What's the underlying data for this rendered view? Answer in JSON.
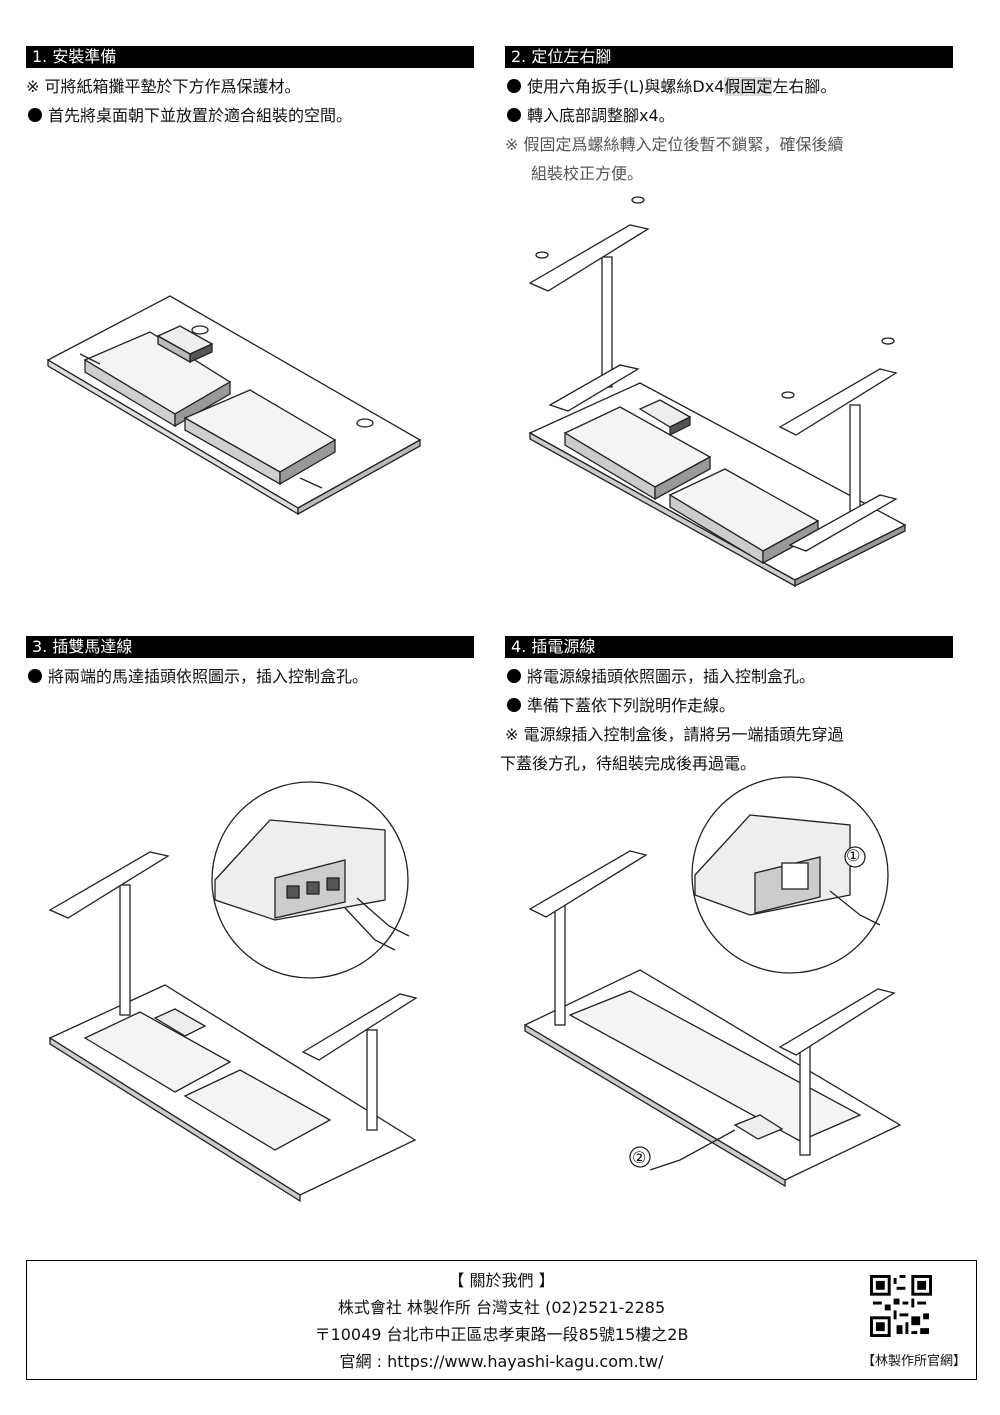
{
  "sections": [
    {
      "header": "1. 安裝準備",
      "lines": [
        {
          "type": "note",
          "text": "※ 可將紙箱攤平墊於下方作爲保護材。"
        },
        {
          "type": "bullet",
          "text": "首先將桌面朝下並放置於適合組裝的空間。"
        }
      ]
    },
    {
      "header": "2. 定位左右腳",
      "line1_pre": "使用六角扳手(L)與螺絲Dx4",
      "line1_hl": "假固定",
      "line1_post": "左右腳。",
      "line2": "轉入底部調整腳x4。",
      "note1": "※ 假固定爲螺絲轉入定位後暫不鎖緊，確保後續",
      "note2": "組裝校正方便。"
    },
    {
      "header": "3. 插雙馬達線",
      "line1": "將兩端的馬達插頭依照圖示，插入控制盒孔。"
    },
    {
      "header": "4. 插電源線",
      "line1": "將電源線插頭依照圖示，插入控制盒孔。",
      "line2": "準備下蓋依下列說明作走線。",
      "note1": "※ 電源線插入控制盒後，請將另一端插頭先穿過",
      "note2": "下蓋後方孔，待組裝完成後再過電。"
    }
  ],
  "figure_labels": {
    "step1": "①",
    "step2": "②"
  },
  "footer": {
    "title": "【 關於我們 】",
    "company": "株式會社 林製作所 台灣支社 (02)2521-2285",
    "address": "〒10049 台北市中正區忠孝東路一段85號15樓之2B",
    "website": "官網 : https://www.hayashi-kagu.com.tw/",
    "qr_label": "【林製作所官網】"
  }
}
